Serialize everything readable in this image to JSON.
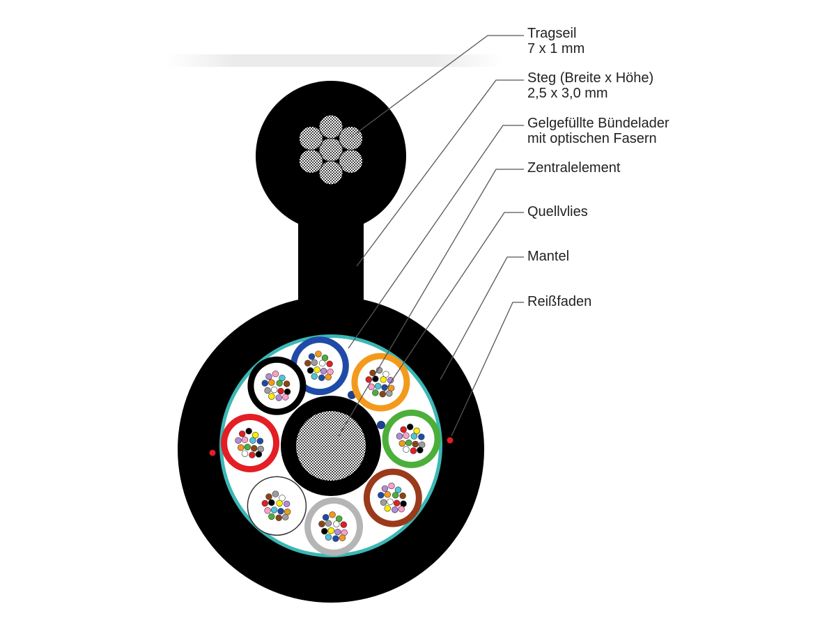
{
  "labels": {
    "tragseil": {
      "line1": "Tragseil",
      "line2": "7 x 1 mm"
    },
    "steg": {
      "line1": "Steg (Breite x Höhe)",
      "line2": "2,5 x 3,0 mm"
    },
    "bundle": {
      "line1": "Gelgefüllte Bündelader",
      "line2": "mit optischen Fasern"
    },
    "zentral": {
      "line1": "Zentralelement"
    },
    "quellvlies": {
      "line1": "Quellvlies"
    },
    "mantel": {
      "line1": "Mantel"
    },
    "reiss": {
      "line1": "Reißfaden"
    }
  },
  "colors": {
    "sheath": "#000000",
    "swell_tape": "#3bb7b5",
    "rip_cord": "#e31e24",
    "leader_line": "#555555",
    "tube_colors": [
      "#1f4aa8",
      "#f39a1c",
      "#4caf3a",
      "#9a3a1a",
      "#b5b5b5",
      "#ffffff",
      "#e31e24",
      "#000000"
    ],
    "fiber_colors": [
      "#1f4aa8",
      "#f39a1c",
      "#4caf3a",
      "#8b4513",
      "#9e9e9e",
      "#ffffff",
      "#e31e24",
      "#000000",
      "#ffee00",
      "#b58ad6",
      "#ff9ec8",
      "#4fc6d8"
    ]
  }
}
